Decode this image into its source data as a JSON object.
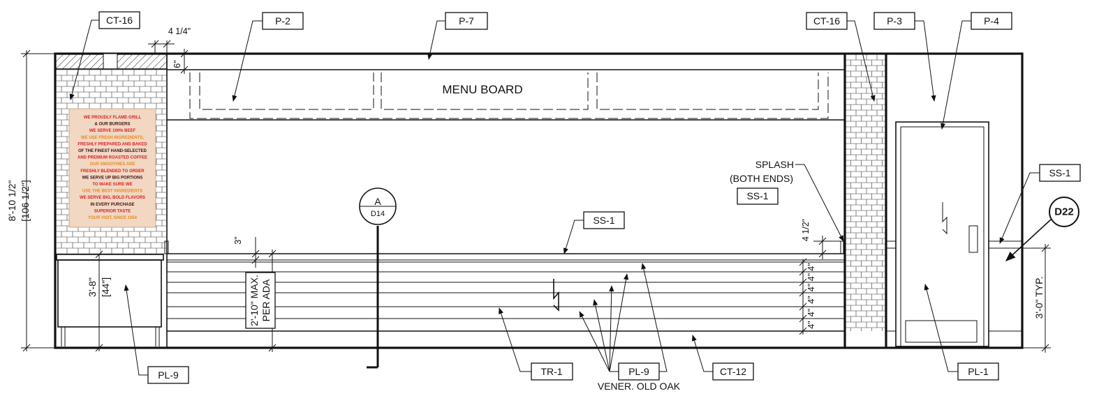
{
  "tags": {
    "ct16_left": "CT-16",
    "p2": "P-2",
    "p7": "P-7",
    "ct16_right": "CT-16",
    "p3": "P-3",
    "p4": "P-4",
    "ss1_right": "SS-1",
    "ss1_center": "SS-1",
    "ss1_splash": "SS-1",
    "pl9_left": "PL-9",
    "tr1": "TR-1",
    "pl9_center": "PL-9",
    "ct12": "CT-12",
    "pl1": "PL-1"
  },
  "notes": {
    "menu_board": "MENU BOARD",
    "splash_line1": "SPLASH",
    "splash_line2": "(BOTH ENDS)",
    "veneer": "VENER. OLD OAK",
    "ada_line1": "2'-10\" MAX.",
    "ada_line2": "PER ADA"
  },
  "dimensions": {
    "overall_height": "8'-10 1/2\"",
    "overall_height_in": "[106 1/2\"]",
    "pilaster_width": "4 1/4\"",
    "top_band": "6\"",
    "counter_edge": "3\"",
    "cabinet_height": "3'-8\"",
    "cabinet_height_in": "[44\"]",
    "splash_height": "4 1/2\"",
    "slat_spacing": "4\"",
    "typical_height": "3'-0\" TYP."
  },
  "section_marker": {
    "letter": "A",
    "sheet": "D14"
  },
  "detail_marker": "D22",
  "poster": {
    "lines": [
      "WE PROUDLY FLAME-GRILL",
      "& OUR BURGERS",
      "WE SERVE 100% BEEF",
      "WE USE FRESH INGREDIENTS,",
      "FRESHLY PREPARED AND BAKED",
      "OF THE FINEST HAND-SELECTED",
      "AND PREMIUM ROASTED COFFEE",
      "OUR SMOOTHIES ARE",
      "FRESHLY BLENDED TO ORDER",
      "WE SERVE UP BIG PORTIONS",
      "TO MAKE SURE WE",
      "USE THE BEST INGREDIENTS",
      "WE SERVE BIG, BOLD FLAVORS",
      "IN EVERY PURCHASE",
      "SUPERIOR TASTE",
      "YOUR VISIT, SINCE 1954"
    ]
  },
  "colors": {
    "line": "#111111",
    "poster_bg": "#f2d7c3",
    "poster_red": "#d61f1f",
    "poster_dark": "#3a1010",
    "poster_orange": "#e8891b"
  }
}
